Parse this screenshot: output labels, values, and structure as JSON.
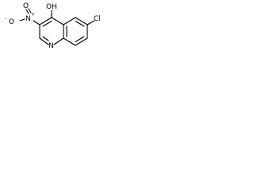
{
  "molecule": {
    "atoms": {
      "oh": "OH",
      "cl": "Cl",
      "n_nitro": "N",
      "n_nitro_charge": "+",
      "o_nitro_1": "O",
      "o_nitro_1_charge": "-",
      "o_nitro_2": "O",
      "n_ring": "N"
    },
    "colors": {
      "bond": "#000000",
      "text": "#000000",
      "background": "#ffffff"
    }
  }
}
